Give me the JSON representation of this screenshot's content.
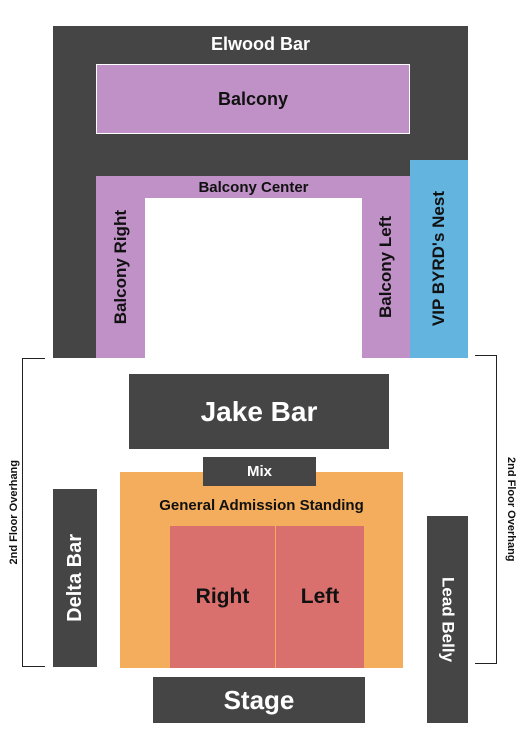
{
  "sections": {
    "elwood_bar": "Elwood Bar",
    "balcony": "Balcony",
    "balcony_center": "Balcony Center",
    "balcony_right": "Balcony Right",
    "balcony_left": "Balcony Left",
    "vip_nest": "VIP BYRD's Nest",
    "jake_bar": "Jake Bar",
    "mix": "Mix",
    "general_admission": "General Admission Standing",
    "right": "Right",
    "left": "Left",
    "delta_bar": "Delta Bar",
    "lead_belly": "Lead Belly",
    "stage": "Stage",
    "overhang_left": "2nd Floor Overhang",
    "overhang_right": "2nd Floor Overhang"
  },
  "colors": {
    "bar": "#454545",
    "balcony": "#bf91c6",
    "vip": "#64b4e0",
    "general_admission": "#f3ad5c",
    "floor_sections": "#d9706d"
  }
}
